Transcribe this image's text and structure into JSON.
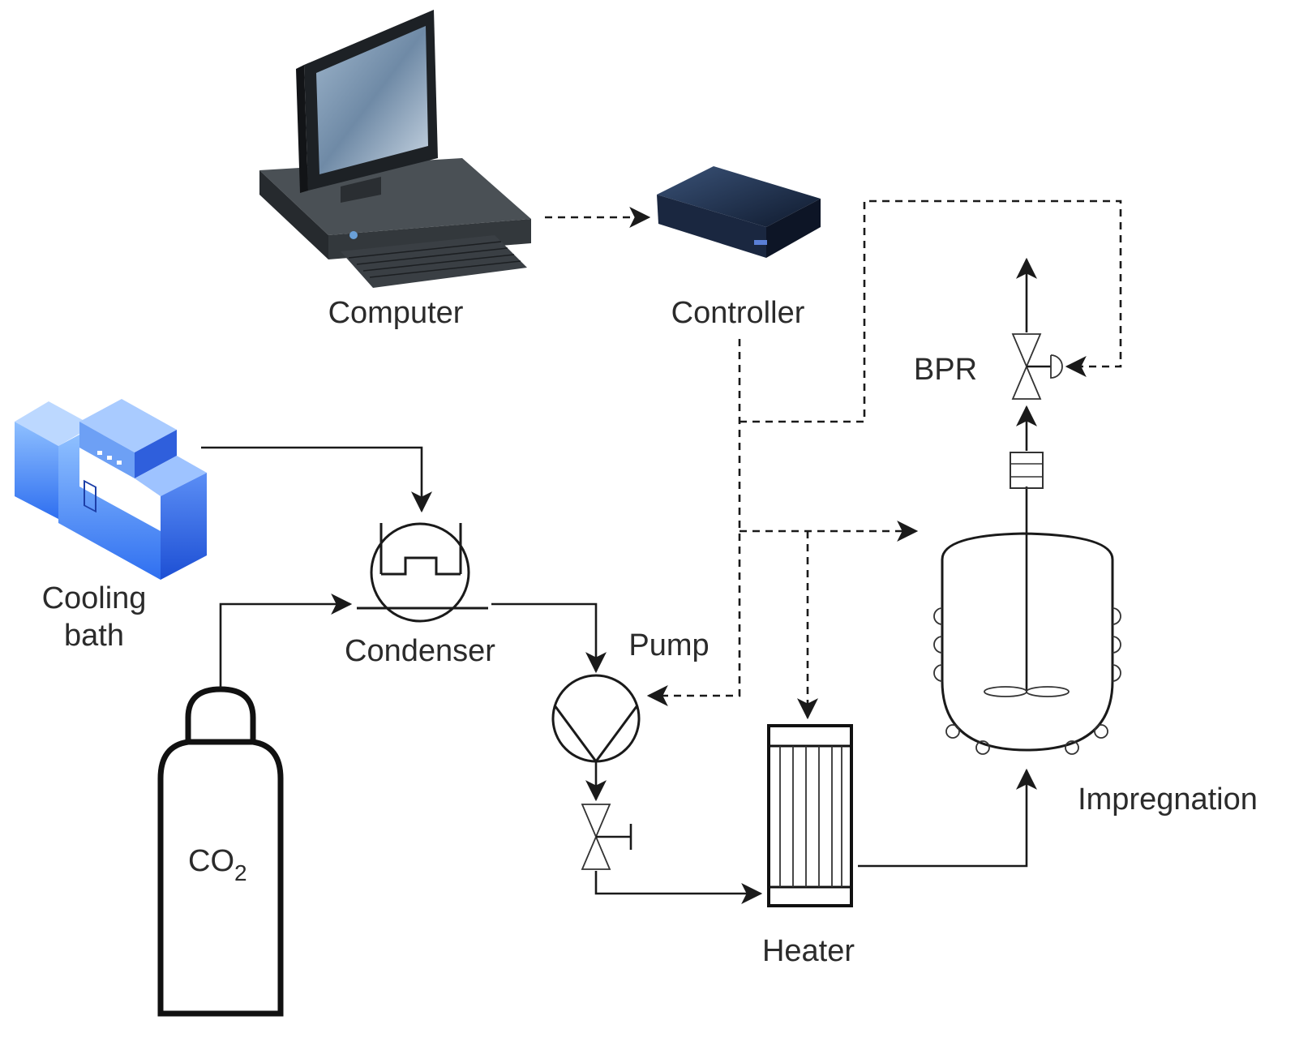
{
  "labels": {
    "computer": "Computer",
    "controller": "Controller",
    "bpr": "BPR",
    "cooling_bath_line1": "Cooling",
    "cooling_bath_line2": "bath",
    "condenser": "Condenser",
    "pump": "Pump",
    "co2_main": "CO",
    "co2_sub": "2",
    "heater": "Heater",
    "impregnation": "Impregnation"
  },
  "icons": {
    "computer": "desktop-computer-icon",
    "controller": "controller-box-icon",
    "cooling_bath": "cooling-bath-unit-icon",
    "co2_cylinder": "gas-cylinder-icon",
    "condenser": "condenser-icon",
    "pump": "pump-icon",
    "valve": "needle-valve-icon",
    "heater": "heat-exchanger-icon",
    "vessel": "jacketed-vessel-icon",
    "bpr": "back-pressure-regulator-icon"
  },
  "colors": {
    "line": "#1a1a1a",
    "text": "#2b2b2b",
    "cooling_bath_blue": "#3a7ff0",
    "computer_dark": "#2e3338",
    "controller_navy": "#1c2c4a"
  }
}
